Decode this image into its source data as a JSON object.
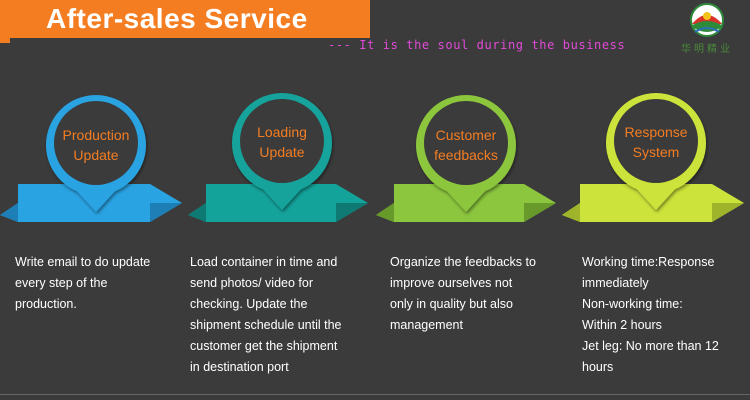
{
  "header": {
    "title": "After-sales Service",
    "subtitle": "--- It is the soul during the business",
    "logo_text": "华明精业"
  },
  "colors": {
    "background": "#3b3b3b",
    "accent_orange": "#f47d22",
    "subtitle_magenta": "#e24ad8",
    "step_blue": "#2aa3e3",
    "step_teal": "#14a39b",
    "step_green": "#8cc63e",
    "step_yellowgreen": "#cbe33a"
  },
  "steps": [
    {
      "label_line1": "Production",
      "label_line2": "Update",
      "description": "Write email to do update\nevery step of the\nproduction."
    },
    {
      "label_line1": "Loading",
      "label_line2": "Update",
      "description": "Load container in time and\nsend photos/ video for\nchecking. Update the\nshipment schedule until the\ncustomer get the shipment\nin destination port"
    },
    {
      "label_line1": "Customer",
      "label_line2": "feedbacks",
      "description": "Organize the feedbacks to\nimprove ourselves not\nonly in quality but also\nmanagement"
    },
    {
      "label_line1": "Response",
      "label_line2": "System",
      "description": "Working time:Response\nimmediately\nNon-working time:\nWithin 2 hours\nJet leg: No more than 12\nhours"
    }
  ]
}
